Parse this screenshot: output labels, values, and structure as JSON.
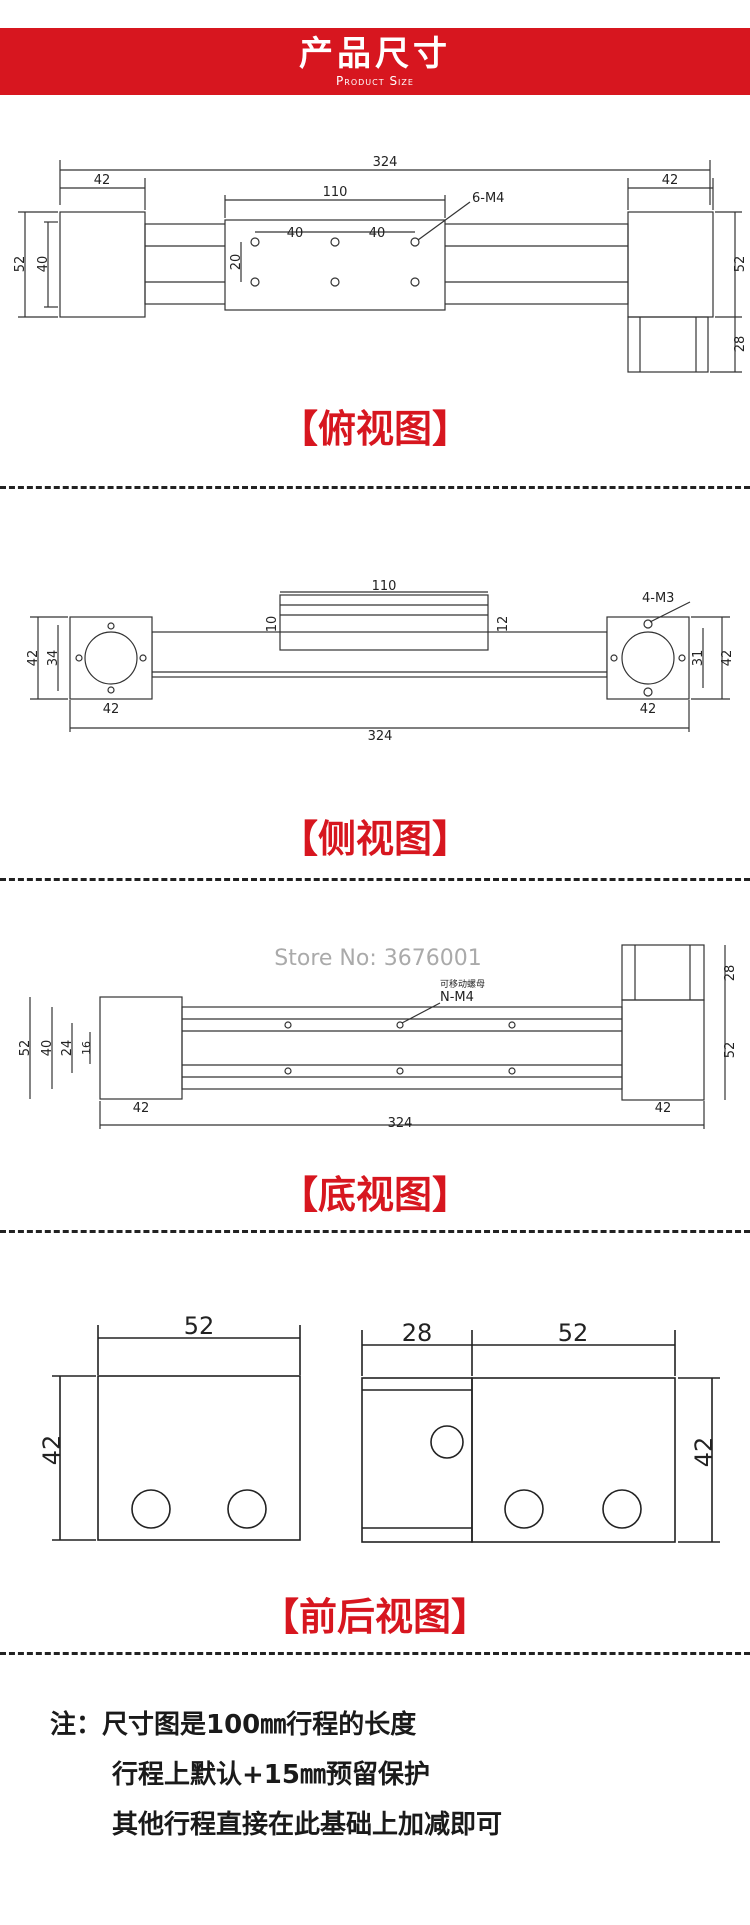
{
  "header": {
    "title": "产品尺寸",
    "subtitle": "Product Size"
  },
  "top_view": {
    "caption": "【俯视图】",
    "dims": {
      "overall": "324",
      "left_block": "42",
      "right_block": "42",
      "carriage": "110",
      "hole_pitch_1": "40",
      "hole_pitch_2": "40",
      "carriage_h": "20",
      "screw_label": "6-M4",
      "left_outer_h": "52",
      "left_inner_h": "40",
      "right_h": "52",
      "motor_h": "28"
    }
  },
  "side_view": {
    "caption": "【侧视图】",
    "dims": {
      "carriage": "110",
      "carriage_h_left": "10",
      "carriage_h_right": "12",
      "screw_label": "4-M3",
      "left_outer_h": "42",
      "left_inner_h": "34",
      "left_w": "42",
      "right_h": "42",
      "right_inner_h": "31",
      "right_w": "42",
      "overall": "324"
    }
  },
  "bottom_view": {
    "caption": "【底视图】",
    "watermark": "Store No: 3676001",
    "dims": {
      "nut_note": "可移动螺母",
      "nut_label": "N-M4",
      "d52": "52",
      "d40": "40",
      "d24": "24",
      "d16": "16",
      "left_w": "42",
      "overall": "324",
      "right_w": "42",
      "right_h": "52",
      "motor_h": "28"
    }
  },
  "front_back_view": {
    "caption": "【前后视图】",
    "dims": {
      "front_w": "52",
      "front_h": "42",
      "motor_w": "28",
      "back_w": "52",
      "back_h": "42"
    }
  },
  "notes": [
    "注：尺寸图是100㎜行程的长度",
    "行程上默认+15㎜预留保护",
    "其他行程直接在此基础上加减即可"
  ]
}
